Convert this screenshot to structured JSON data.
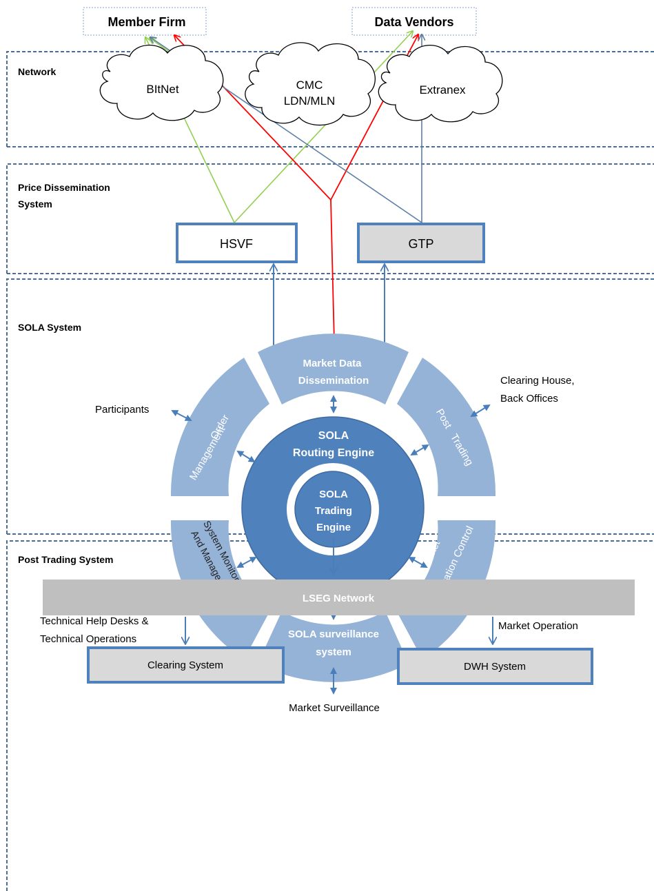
{
  "top_boxes": {
    "member_firm": "Member Firm",
    "data_vendors": "Data Vendors"
  },
  "sections": {
    "network": "Network",
    "price_dissemination_line1": "Price Dissemination",
    "price_dissemination_line2": "System",
    "sola_system": "SOLA System",
    "post_trading_system": "Post Trading System"
  },
  "clouds": {
    "bitnet": "BItNet",
    "cmc_line1": "CMC",
    "cmc_line2": "LDN/MLN",
    "extranex": "Extranex"
  },
  "dissemination": {
    "hsvf": "HSVF",
    "gtp": "GTP"
  },
  "wheel": {
    "segments": {
      "market_data_line1": "Market Data",
      "market_data_line2": "Dissemination",
      "post_trading_line1": "Post",
      "post_trading_line2": "Trading",
      "moc_line1": "Market",
      "moc_line2": "Operation Control",
      "surveillance_line1": "SOLA surveillance",
      "surveillance_line2": "system",
      "sysmon_line1": "System Monitoring",
      "sysmon_line2": "And Management",
      "order_mgmt_line1": "Order",
      "order_mgmt_line2": "Management"
    },
    "routing_line1": "SOLA",
    "routing_line2": "Routing Engine",
    "trading_line1": "SOLA",
    "trading_line2": "Trading",
    "trading_line3": "Engine"
  },
  "external_labels": {
    "participants": "Participants",
    "clearing_line1": "Clearing House,",
    "clearing_line2": "Back Offices",
    "technical_line1": "Technical Help Desks &",
    "technical_line2": "Technical Operations",
    "market_operation": "Market Operation",
    "market_surveillance": "Market Surveillance"
  },
  "post_trading": {
    "lseg_network": "LSEG Network",
    "clearing_system": "Clearing System",
    "dwh_system": "DWH System"
  },
  "colors": {
    "green_line": "#92d050",
    "red_line": "#ff0000",
    "blue_line": "#5b7fa6",
    "arrow_blue": "#4a7ebb",
    "segment_fill": "#95b3d7",
    "routing_fill": "#4f81bd",
    "box_border": "#4f81bd",
    "gray_fill": "#d9d9d9",
    "lseg_fill": "#bfbfbf"
  }
}
